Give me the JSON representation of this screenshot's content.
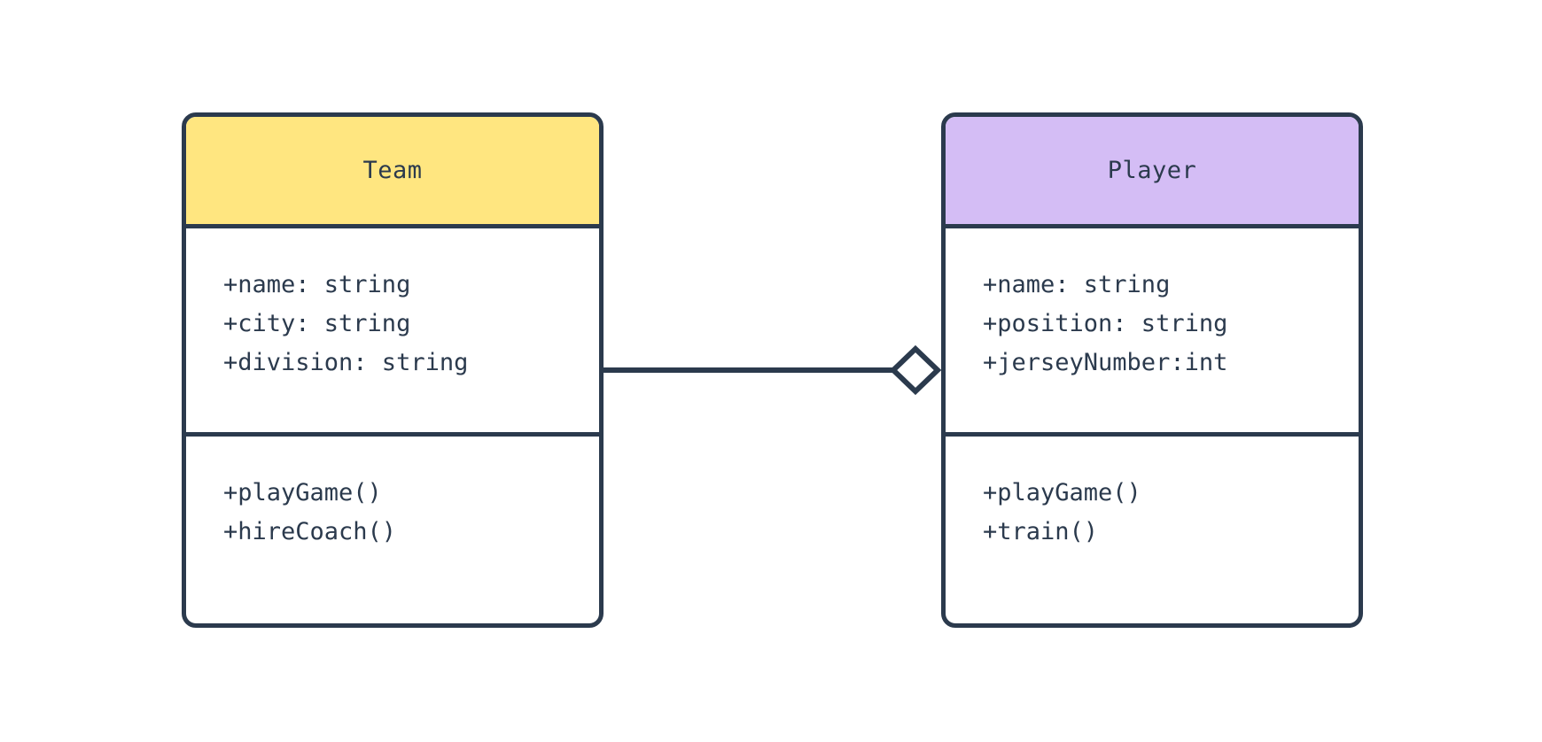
{
  "diagram": {
    "type": "uml-class-diagram",
    "title": "Team and Player class diagram",
    "background_color": "#ffffff",
    "border_color": "#2b3a4d",
    "text_color": "#2b3a4d"
  },
  "classes": [
    {
      "name": "Team",
      "header_color": "#ffe680",
      "attributes": [
        "+name: string",
        "+city: string",
        "+division: string"
      ],
      "methods": [
        "+playGame()",
        "+hireCoach()"
      ]
    },
    {
      "name": "Player",
      "header_color": "#d4bdf5",
      "attributes": [
        "+name: string",
        "+position: string",
        "+jerseyNumber:int"
      ],
      "methods": [
        "+playGame()",
        "+train()"
      ]
    }
  ],
  "relationship": {
    "kind": "aggregation",
    "marker": "hollow-diamond",
    "from": "Team",
    "to": "Player",
    "line_color": "#2b3a4d",
    "label": ""
  }
}
